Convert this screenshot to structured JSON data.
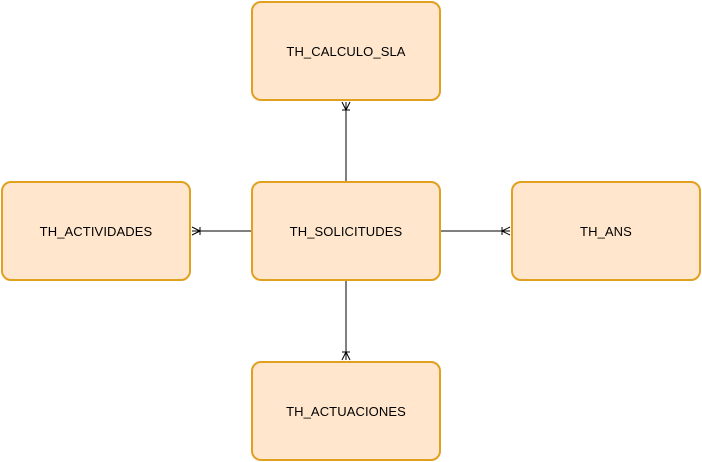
{
  "colors": {
    "entity_fill": "#ffe6cc",
    "entity_border": "#e0a020",
    "connector": "#000000"
  },
  "entities": {
    "center": {
      "label": "TH_SOLICITUDES"
    },
    "top": {
      "label": "TH_CALCULO_SLA"
    },
    "left": {
      "label": "TH_ACTIVIDADES"
    },
    "right": {
      "label": "TH_ANS"
    },
    "bottom": {
      "label": "TH_ACTUACIONES"
    }
  },
  "relationships": [
    {
      "from": "TH_SOLICITUDES",
      "to": "TH_CALCULO_SLA",
      "cardinality": "one-to-many"
    },
    {
      "from": "TH_SOLICITUDES",
      "to": "TH_ACTIVIDADES",
      "cardinality": "one-to-many"
    },
    {
      "from": "TH_SOLICITUDES",
      "to": "TH_ANS",
      "cardinality": "one-to-many"
    },
    {
      "from": "TH_SOLICITUDES",
      "to": "TH_ACTUACIONES",
      "cardinality": "one-to-many"
    }
  ]
}
